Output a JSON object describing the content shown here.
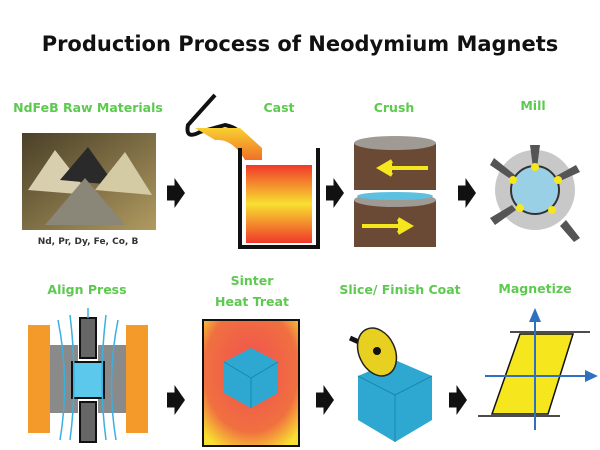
{
  "title": "Production Process of Neodymium Magnets",
  "steps": [
    {
      "label": "NdFeB Raw Materials",
      "caption": "Nd, Pr, Dy, Fe, Co, B"
    },
    {
      "label": "Cast"
    },
    {
      "label": "Crush"
    },
    {
      "label": "Mill"
    },
    {
      "label": "Align Press"
    },
    {
      "label_line1": "Sinter",
      "label_line2": "Heat Treat"
    },
    {
      "label": "Slice/ Finish Coat"
    },
    {
      "label": "Magnetize"
    }
  ],
  "colors": {
    "label": "#5cc94f",
    "arrow": "#111111",
    "cube": "#2ea8d0",
    "yellow": "#f5e61e",
    "orange": "#f39a2a"
  }
}
